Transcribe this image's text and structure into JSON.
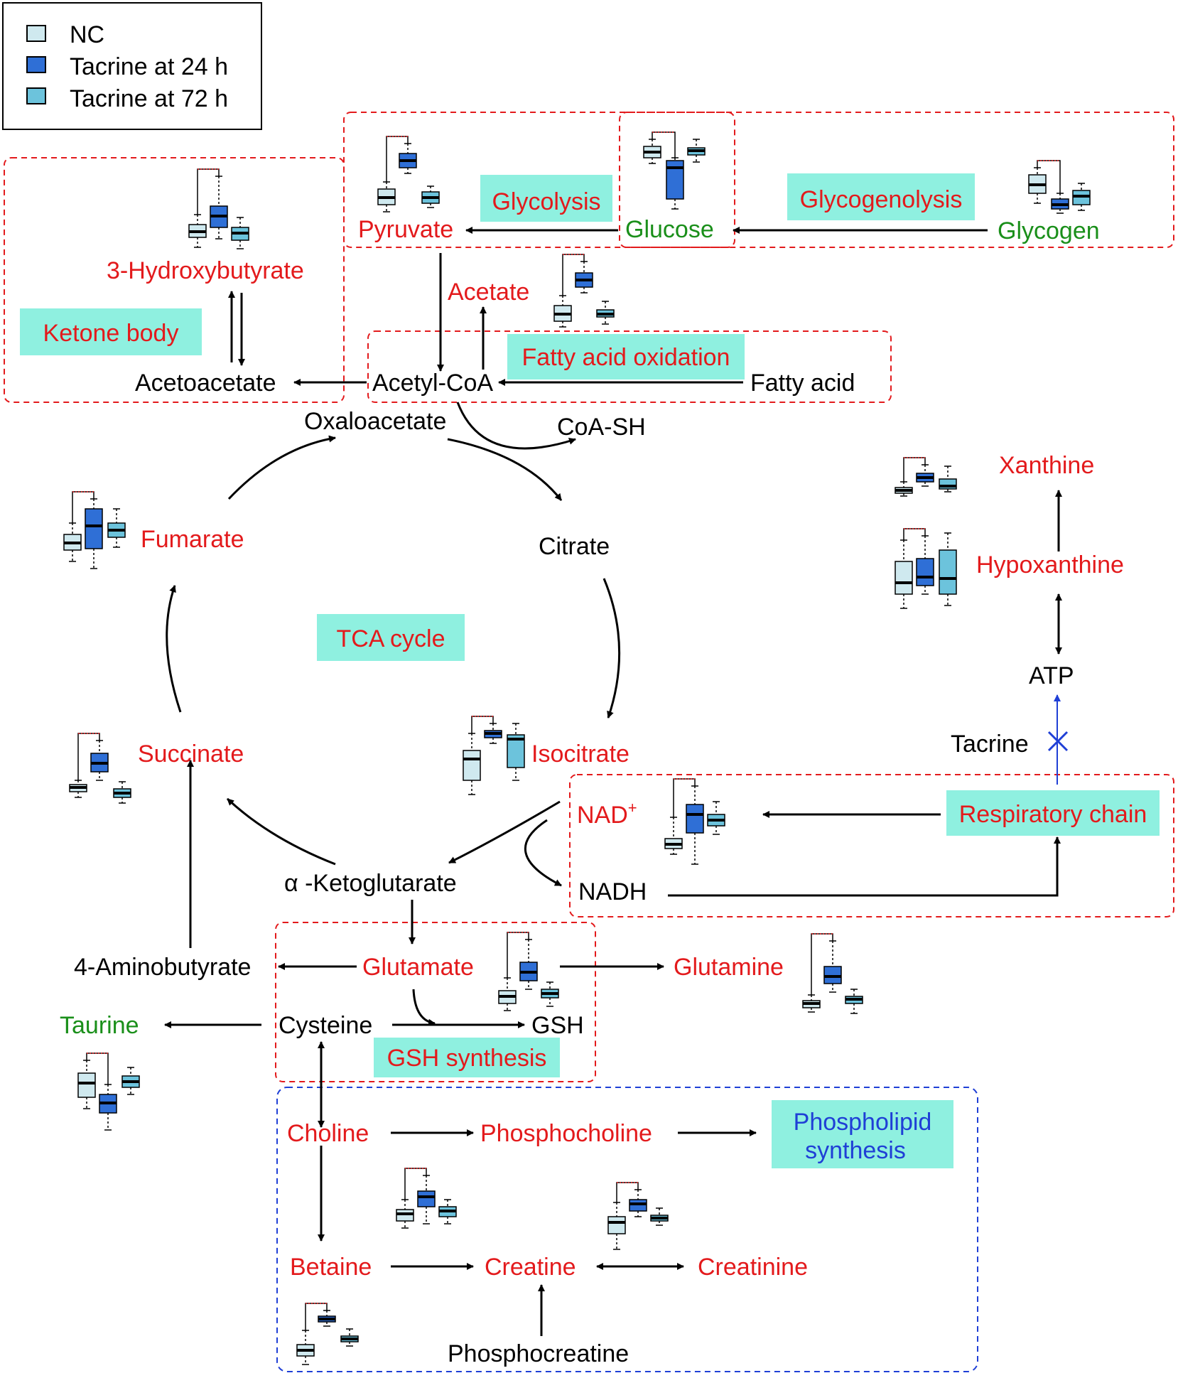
{
  "legend": {
    "items": [
      {
        "label": "NC",
        "color": "#cfe9ef"
      },
      {
        "label": "Tacrine at 24 h",
        "color": "#2f6fd6"
      },
      {
        "label": "Tacrine at 72 h",
        "color": "#6cc3dc"
      }
    ]
  },
  "pathways": {
    "glycolysis": "Glycolysis",
    "glycogenolysis": "Glycogenolysis",
    "ketone_body": "Ketone body",
    "fatty_acid_oxidation": "Fatty acid oxidation",
    "tca_cycle": "TCA cycle",
    "respiratory_chain": "Respiratory chain",
    "gsh_synthesis": "GSH synthesis",
    "phospholipid_synthesis_1": "Phospholipid",
    "phospholipid_synthesis_2": "synthesis"
  },
  "metabolites": {
    "pyruvate": "Pyruvate",
    "glucose": "Glucose",
    "glycogen": "Glycogen",
    "hydroxybutyrate": "3-Hydroxybutyrate",
    "acetate": "Acetate",
    "acetoacetate": "Acetoacetate",
    "acetyl_coa": "Acetyl-CoA",
    "fatty_acid": "Fatty acid",
    "oxaloacetate": "Oxaloacetate",
    "coa_sh": "CoA-SH",
    "citrate": "Citrate",
    "fumarate": "Fumarate",
    "isocitrate": "Isocitrate",
    "succinate": "Succinate",
    "nad": "NAD",
    "nad_sup": "+",
    "nadh": "NADH",
    "ketoglutarate": "α -Ketoglutarate",
    "aminobutyrate": "4-Aminobutyrate",
    "glutamate": "Glutamate",
    "glutamine": "Glutamine",
    "taurine": "Taurine",
    "cysteine": "Cysteine",
    "gsh": "GSH",
    "choline": "Choline",
    "phosphocholine": "Phosphocholine",
    "betaine": "Betaine",
    "creatine": "Creatine",
    "creatinine": "Creatinine",
    "phosphocreatine": "Phosphocreatine",
    "xanthine": "Xanthine",
    "hypoxanthine": "Hypoxanthine",
    "atp": "ATP",
    "tacrine": "Tacrine"
  },
  "colors": {
    "changed_metabolite": "#e31a1c",
    "unchanged_metabolite": "#1a8f1a",
    "pathway_box_fill": "#8ff0e0",
    "region_border_red": "#e31a1c",
    "region_border_blue": "#1f3fd6"
  }
}
